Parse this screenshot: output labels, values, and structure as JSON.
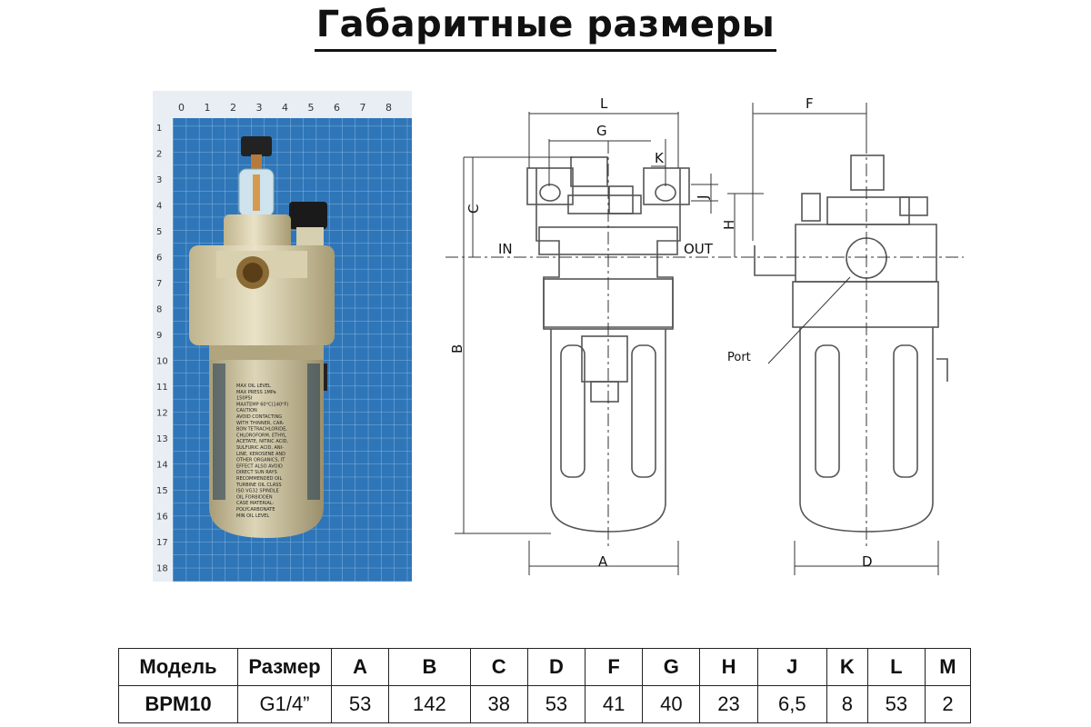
{
  "title": "Габаритные размеры",
  "photo": {
    "ruler_top": [
      "0",
      "1",
      "2",
      "3",
      "4",
      "5",
      "6",
      "7",
      "8"
    ],
    "ruler_left": [
      "1",
      "2",
      "3",
      "4",
      "5",
      "6",
      "7",
      "8",
      "9",
      "10",
      "11",
      "12",
      "13",
      "14",
      "15",
      "16",
      "17",
      "18"
    ],
    "label_lines": [
      "MAX OIL LEVEL",
      "MAX PRESS   1MPa",
      "              150PSI",
      "MAXTEMP 60°C(140°F)",
      "CAUTION",
      "AVOID CONTACTING",
      "WITH THINNER, CAR-",
      "BON TETRACHLORIDE,",
      "CHLOROFORM, ETHYL",
      "ACETATE, NITRIC ACID,",
      "SULFURIC ACID, ANI-",
      "LINE, KEROSENE AND",
      "OTHER ORGANICS, IT",
      "EFFECT ALSO AVOID",
      "DIRECT SUN RAYS",
      "RECOMMENDED OIL",
      "TURBINE OIL CLASS",
      "ISO VG32 SPINDLE",
      "OIL FORBIDDEN",
      "CASE MATERIAL:",
      "POLYCARBONATE",
      "MIN OIL LEVEL"
    ]
  },
  "drawing": {
    "labels": {
      "L": "L",
      "G": "G",
      "K": "K",
      "J": "J",
      "C": "C",
      "IN": "IN",
      "OUT": "OUT",
      "B": "B",
      "A": "A",
      "F": "F",
      "H": "H",
      "Port": "Port",
      "D": "D"
    }
  },
  "table": {
    "headers": [
      "Модель",
      "Размер",
      "A",
      "B",
      "C",
      "D",
      "F",
      "G",
      "H",
      "J",
      "K",
      "L",
      "M"
    ],
    "row": [
      "BPM10",
      "G1/4”",
      "53",
      "142",
      "38",
      "53",
      "41",
      "40",
      "23",
      "6,5",
      "8",
      "53",
      "2"
    ]
  }
}
